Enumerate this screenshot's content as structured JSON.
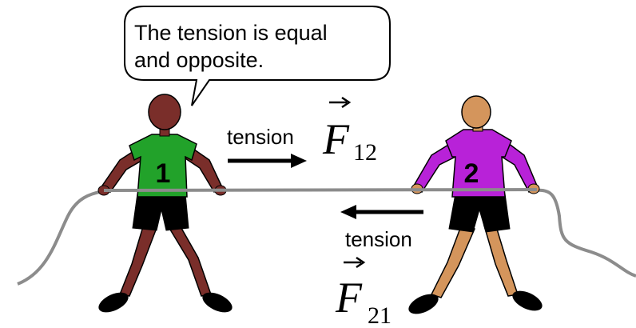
{
  "speech_bubble": {
    "line1": "The tension is equal",
    "line2": "and opposite."
  },
  "person1": {
    "label": "1",
    "shirt_color": "#22a22a",
    "skin_color": "#7a2e2a",
    "shorts_color": "#000000"
  },
  "person2": {
    "label": "2",
    "shirt_color": "#b822d8",
    "skin_color": "#d4955c",
    "shorts_color": "#000000"
  },
  "force12": {
    "word": "tension",
    "symbol": "F",
    "subscript": "12",
    "direction": "right"
  },
  "force21": {
    "word": "tension",
    "symbol": "F",
    "subscript": "21",
    "direction": "left"
  },
  "colors": {
    "rope": "#8c8c8c",
    "ink": "#000000"
  }
}
